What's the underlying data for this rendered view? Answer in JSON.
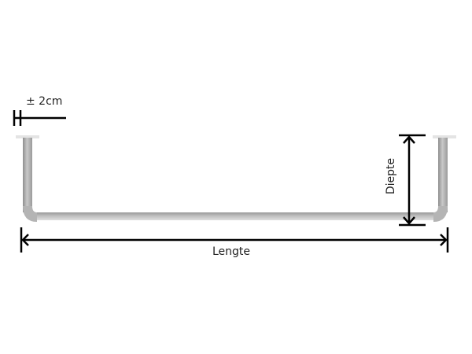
{
  "diagram": {
    "type": "dimension-drawing",
    "subject": "U-shaped curtain rail / rod with ceiling mounts",
    "labels": {
      "tolerance": "± 2cm",
      "depth": "Diepte",
      "length": "Lengte"
    },
    "colors": {
      "rod": "#a9a9a9",
      "rod_highlight": "#d8d8d8",
      "dimension_lines": "#000000",
      "text": "#222222"
    }
  }
}
